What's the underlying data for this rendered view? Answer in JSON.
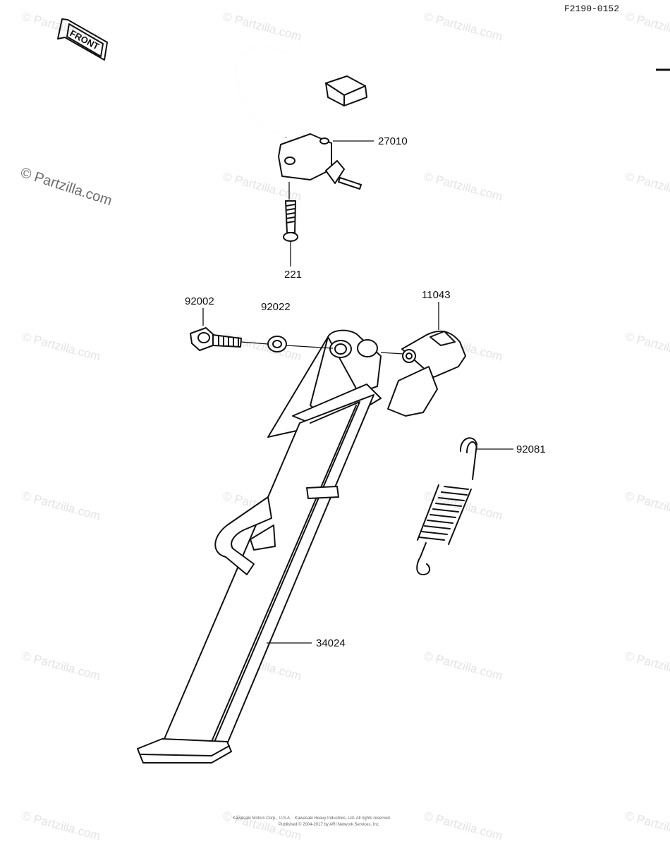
{
  "reference_code": "F2190-0152",
  "front_label": "FRONT",
  "watermark_text": "© Partzilla.com",
  "copyright_line_1": "Kawasaki Motors Corp., U.S.A. · Kawasaki Heavy Industries, Ltd. All rights reserved.",
  "copyright_line_2": "Published © 2004-2017 by ARI Network Services, Inc.",
  "parts": [
    {
      "number": "27010",
      "name": "side-stand-switch"
    },
    {
      "number": "221",
      "name": "switch-bolt"
    },
    {
      "number": "92002",
      "name": "pivot-bolt"
    },
    {
      "number": "92022",
      "name": "washer"
    },
    {
      "number": "11043",
      "name": "stand-bracket"
    },
    {
      "number": "92081",
      "name": "return-spring"
    },
    {
      "number": "34024",
      "name": "side-stand"
    }
  ]
}
